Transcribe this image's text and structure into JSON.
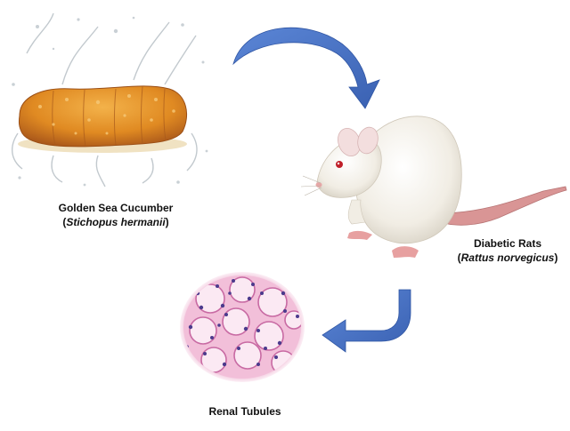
{
  "cucumber": {
    "common_name": "Golden Sea Cucumber",
    "sci_open": "(",
    "sci_name": "Stichopus hermanii",
    "sci_close": ")"
  },
  "rats": {
    "common_name": "Diabetic Rats",
    "sci_open": "(",
    "sci_name": "Rattus norvegicus",
    "sci_close": ")"
  },
  "tubules": {
    "name": "Renal Tubules"
  },
  "colors": {
    "arrow": "#4a73c4",
    "arrow_dark": "#2f55a3",
    "cucumber_body": "#e3902c",
    "rat_fur": "#f4f1ea",
    "tissue_pink": "#f0b8d4",
    "nucleus": "#4b3a8c"
  }
}
